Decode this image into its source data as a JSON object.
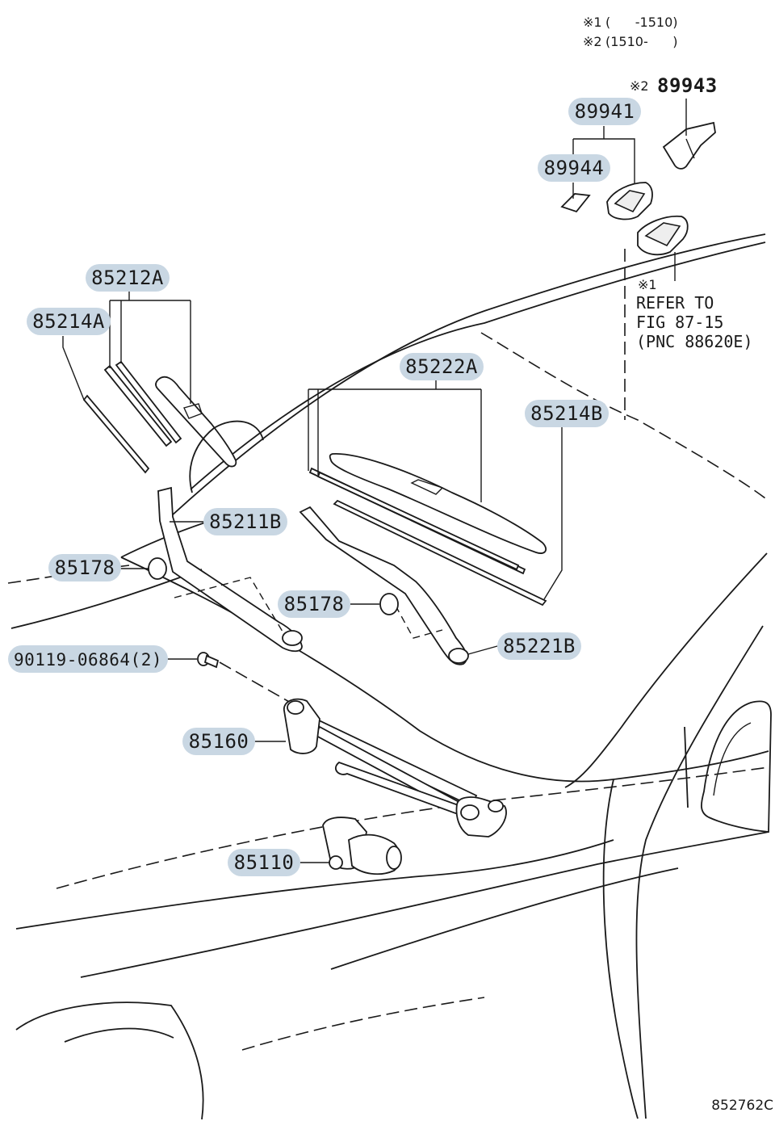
{
  "labels": {
    "p85212A": "85212A",
    "p85214A": "85214A",
    "p85222A": "85222A",
    "p85214B": "85214B",
    "p85211B": "85211B",
    "p85178_left": "85178",
    "p85178_center": "85178",
    "p85221B": "85221B",
    "p90119": "90119-06864(2)",
    "p85160": "85160",
    "p85110": "85110",
    "p89941": "89941",
    "p89944": "89944",
    "p89943": "89943"
  },
  "footnotes": {
    "mark1": "※1",
    "range1": "(      -1510)",
    "mark2": "※2",
    "range2": "(1510-      )",
    "mark_89943": "※2",
    "mark_refer": "※1"
  },
  "refer_note": {
    "line1": "REFER TO",
    "line2": "FIG 87-15",
    "line3": "(PNC 88620E)"
  },
  "illustration_code": "852762C",
  "colors": {
    "label_highlight": "#c9d7e3",
    "line": "#1a1a1a",
    "background": "#ffffff"
  }
}
